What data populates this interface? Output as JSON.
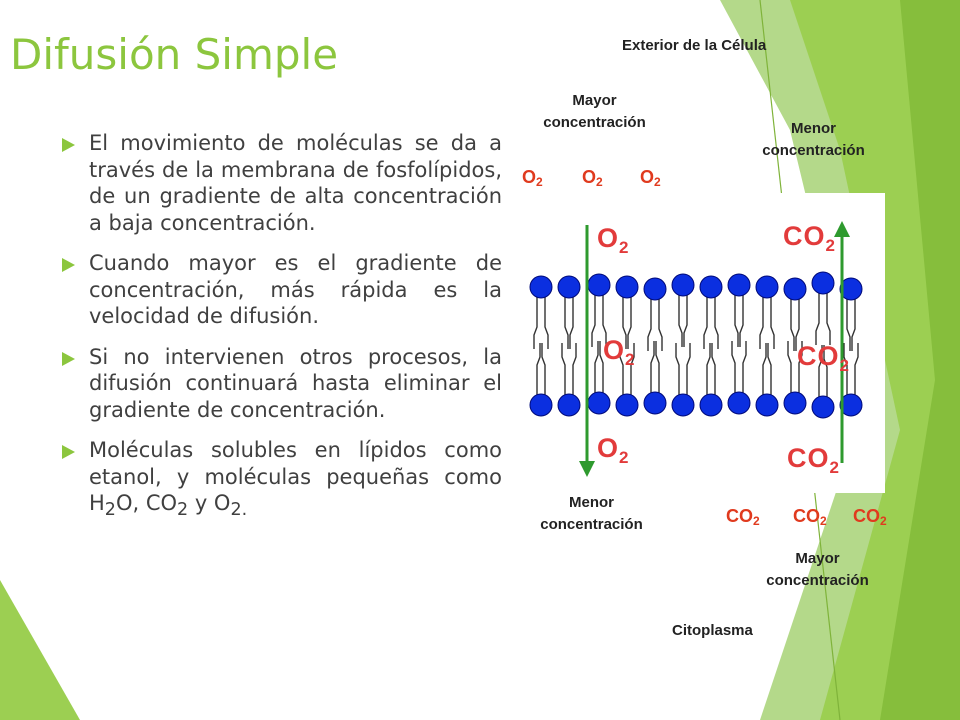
{
  "slide": {
    "title": "Difusión Simple",
    "bullets": [
      "El movimiento de moléculas se da a través de la membrana de fosfolípidos, de un gradiente de alta concentración a baja concentración.",
      "Cuando mayor es el gradiente de concentración, más rápida es la velocidad de difusión.",
      "Si no intervienen otros procesos, la difusión continuará hasta eliminar el gradiente de concentración."
    ],
    "bullet4": {
      "text": "Moléculas solubles en lípidos como etanol, y moléculas pequeñas como H",
      "sub1": "2",
      "mid1": "O, CO",
      "sub2": "2",
      "mid2": " y O",
      "sub3": "2."
    }
  },
  "diagram": {
    "exterior_label": "Exterior de la Célula",
    "cytoplasm_label": "Citoplasma",
    "o2": {
      "top_label_line1": "Mayor",
      "top_label_line2": "concentración",
      "bottom_label_line1": "Menor",
      "bottom_label_line2": "concentración"
    },
    "co2": {
      "top_label_line1": "Menor",
      "top_label_line2": "concentración",
      "bottom_label_line1": "Mayor",
      "bottom_label_line2": "concentración"
    },
    "molecule_o": "O",
    "molecule_co": "CO",
    "subscript": "2",
    "colors": {
      "accent_green": "#8cc63e",
      "molecule_red": "#e03a1e",
      "head_blue": "#0b2fe0",
      "arrow_green": "#2e9a2e"
    }
  }
}
